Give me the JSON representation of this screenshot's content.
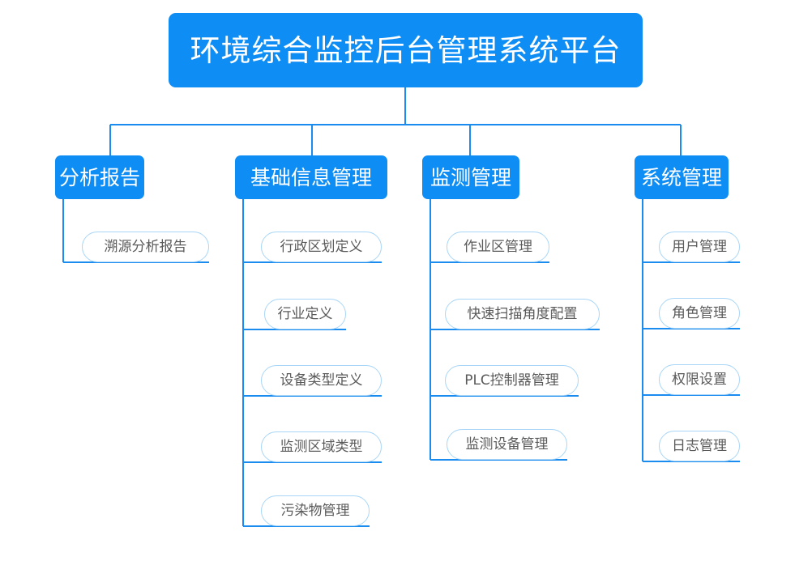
{
  "diagram": {
    "type": "organization-tree",
    "title": "环境综合监控后台管理系统平台",
    "colors": {
      "node_blue": "#0e8df5",
      "node_text": "#ffffff",
      "leaf_border": "#a9d6f7",
      "leaf_text": "#5a5a5a",
      "connector": "#1a8cf0",
      "background": "#ffffff"
    },
    "root": {
      "label": "环境综合监控后台管理系统平台"
    },
    "branches": [
      {
        "label": "分析报告",
        "children": [
          {
            "label": "溯源分析报告"
          }
        ]
      },
      {
        "label": "基础信息管理",
        "children": [
          {
            "label": "行政区划定义"
          },
          {
            "label": "行业定义"
          },
          {
            "label": "设备类型定义"
          },
          {
            "label": "监测区域类型"
          },
          {
            "label": "污染物管理"
          }
        ]
      },
      {
        "label": "监测管理",
        "children": [
          {
            "label": "作业区管理"
          },
          {
            "label": "快速扫描角度配置"
          },
          {
            "label": "PLC控制器管理"
          },
          {
            "label": "监测设备管理"
          }
        ]
      },
      {
        "label": "系统管理",
        "children": [
          {
            "label": "用户管理"
          },
          {
            "label": "角色管理"
          },
          {
            "label": "权限设置"
          },
          {
            "label": "日志管理"
          }
        ]
      }
    ]
  }
}
